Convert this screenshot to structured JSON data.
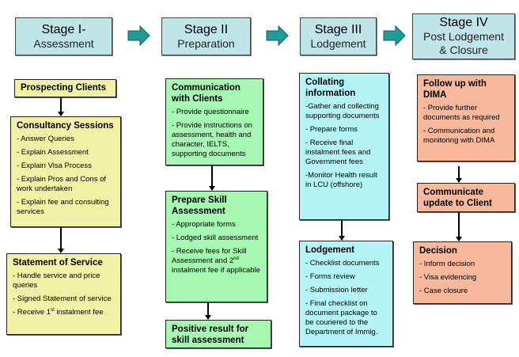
{
  "stages": [
    {
      "title": "Stage I-",
      "subtitle": "Assessment"
    },
    {
      "title": "Stage II",
      "subtitle": "Preparation"
    },
    {
      "title": "Stage III",
      "subtitle": "Lodgement"
    },
    {
      "title": "Stage IV",
      "subtitle": "Post Lodgement",
      "subtitle2": "& Closure"
    }
  ],
  "arrow_color": "#1f9c97",
  "colors": {
    "stage_header": "#bfe5e8",
    "stage1": "#f2f2a6",
    "stage2": "#a6f7b2",
    "stage3": "#b4f4f6",
    "stage4": "#f8b89c"
  },
  "stage1": {
    "prospecting": {
      "heading": "Prospecting Clients"
    },
    "consultancy": {
      "heading": "Consultancy Sessions",
      "items": [
        "- Answer Queries",
        "- Explain Assessment",
        "- Explain Visa Process",
        "- Explain Pros and Cons of work undertaken",
        "- Explain fee and consulting services"
      ]
    },
    "statement": {
      "heading": "Statement of Service",
      "items": [
        "- Handle service and price queries",
        "- Signed Statement of service"
      ],
      "last_item_prefix": "- Receive 1",
      "last_item_sup": "st",
      "last_item_suffix": " instalment fee"
    }
  },
  "stage2": {
    "communication": {
      "heading": "Communication with Clients",
      "items": [
        "- Provide questionnaire",
        "- Provide instructions on assessment, health and character, IELTS, supporting documents"
      ]
    },
    "skill": {
      "heading": "Prepare Skill Assessment",
      "items": [
        "- Appropriate forms",
        "- Lodged skill assessment"
      ],
      "last_item_prefix": "- Receive fees for Skill Assessment and 2",
      "last_item_sup": "nd",
      "last_item_suffix": " instalment fee if applicable"
    },
    "positive": {
      "heading": "Positive result for skill assessment"
    }
  },
  "stage3": {
    "collating": {
      "heading": "Collating information",
      "items": [
        "-Gather and collecting supporting documents",
        "- Prepare forms",
        "- Receive final instalment fees and Government fees",
        "-Monitor Health result in LCU (offshore)"
      ]
    },
    "lodgement": {
      "heading": "Lodgement",
      "items": [
        "- Checklist documents",
        "- Forms review",
        "- Submission letter",
        "- Final checklist on document package to be couriered to the Department of Immig."
      ]
    }
  },
  "stage4": {
    "followup": {
      "heading": "Follow up with DIMA",
      "items": [
        "- Provide further documents as required",
        "- Communication and monitoring with DIMA"
      ]
    },
    "communicate": {
      "heading": "Communicate update to Client"
    },
    "decision": {
      "heading": "Decision",
      "items": [
        "- Inform decision",
        "- Visa evidencing",
        "- Case closure"
      ]
    }
  }
}
